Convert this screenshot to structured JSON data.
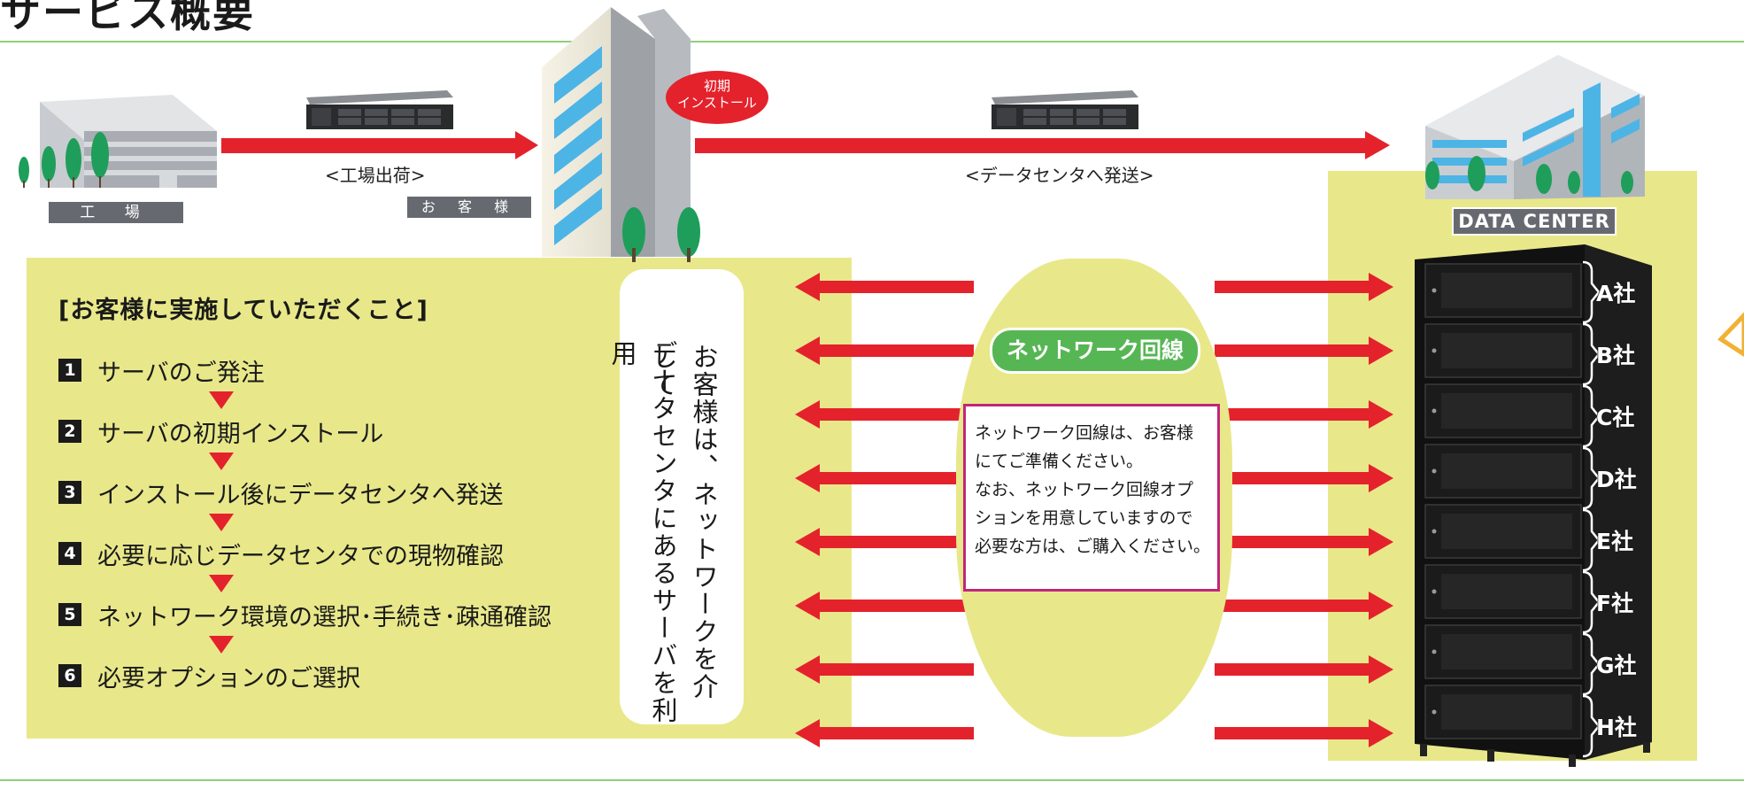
{
  "header": {
    "title": "サービス概要"
  },
  "top_flow": {
    "factory_label": "工 場",
    "customer_label": "お 客 様",
    "ship_from_factory": "<工場出荷>",
    "initial_install_badge": [
      "初期",
      "インストール"
    ],
    "ship_to_datacenter": "<データセンタへ発送>",
    "datacenter_label": "DATA CENTER"
  },
  "customer_tasks": {
    "title": "[お客様に実施していただくこと]",
    "steps": [
      {
        "num": "1",
        "text": "サーバのご発注"
      },
      {
        "num": "2",
        "text": "サーバの初期インストール"
      },
      {
        "num": "3",
        "text": "インストール後にデータセンタへ発送"
      },
      {
        "num": "4",
        "text": "必要に応じデータセンタでの現物確認"
      },
      {
        "num": "5",
        "text": "ネットワーク環境の選択･手続き･疎通確認"
      },
      {
        "num": "6",
        "text": "必要オプションのご選択"
      }
    ]
  },
  "vertical_message": [
    "お客様は、ネットワークを介して",
    "データセンタにあるサーバを利用"
  ],
  "network": {
    "badge": "ネットワーク回線",
    "note_lines": [
      "ネットワーク回線は、お客様",
      "にてご準備ください。",
      "なお、ネットワーク回線オプ",
      "ションを用意していますので",
      "必要な方は、ご購入ください。"
    ]
  },
  "rack": {
    "companies": [
      "A社",
      "B社",
      "C社",
      "D社",
      "E社",
      "F社",
      "G社",
      "H社"
    ]
  },
  "colors": {
    "arrow_red": "#e4222c",
    "panel_yellow": "#e8e88a",
    "accent_green": "#57b654",
    "note_border": "#c0267b",
    "rule_green": "#8fcf7a"
  }
}
